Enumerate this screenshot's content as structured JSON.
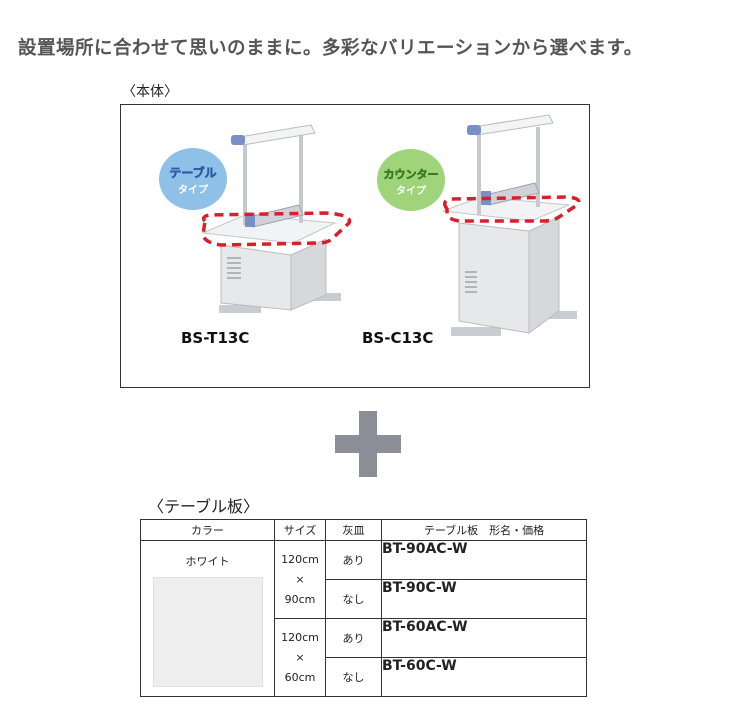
{
  "headline": "設置場所に合わせて思いのままに。多彩なバリエーションから選べます。",
  "main_section_label": "〈本体〉",
  "product_tags": {
    "table_tag": [
      "テーブル",
      "タイプ"
    ],
    "counter_tag": [
      "カウンター",
      "タイプ"
    ]
  },
  "models": [
    "BS-T13C",
    "BS-C13C"
  ],
  "board_section_label": "〈テーブル板〉",
  "table": {
    "headers": [
      "カラー",
      "サイズ",
      "灰皿",
      "テーブル板　形名・価格"
    ],
    "color_name": "ホワイト",
    "size_groups": [
      {
        "size_lines": [
          "120cm",
          "×",
          "90cm"
        ],
        "rows": [
          {
            "ashtray": "あり",
            "model": "BT-90AC-W"
          },
          {
            "ashtray": "なし",
            "model": "BT-90C-W"
          }
        ]
      },
      {
        "size_lines": [
          "120cm",
          "×",
          "60cm"
        ],
        "rows": [
          {
            "ashtray": "あり",
            "model": "BT-60AC-W"
          },
          {
            "ashtray": "なし",
            "model": "BT-60C-W"
          }
        ]
      }
    ]
  },
  "colors": {
    "table_tag_fill": "#8fc0e8",
    "counter_tag_fill": "#9fd47a",
    "dash_red": "#d8202a",
    "plus_gray": "#8b8e96",
    "swatch_white": "#eeeeee"
  }
}
